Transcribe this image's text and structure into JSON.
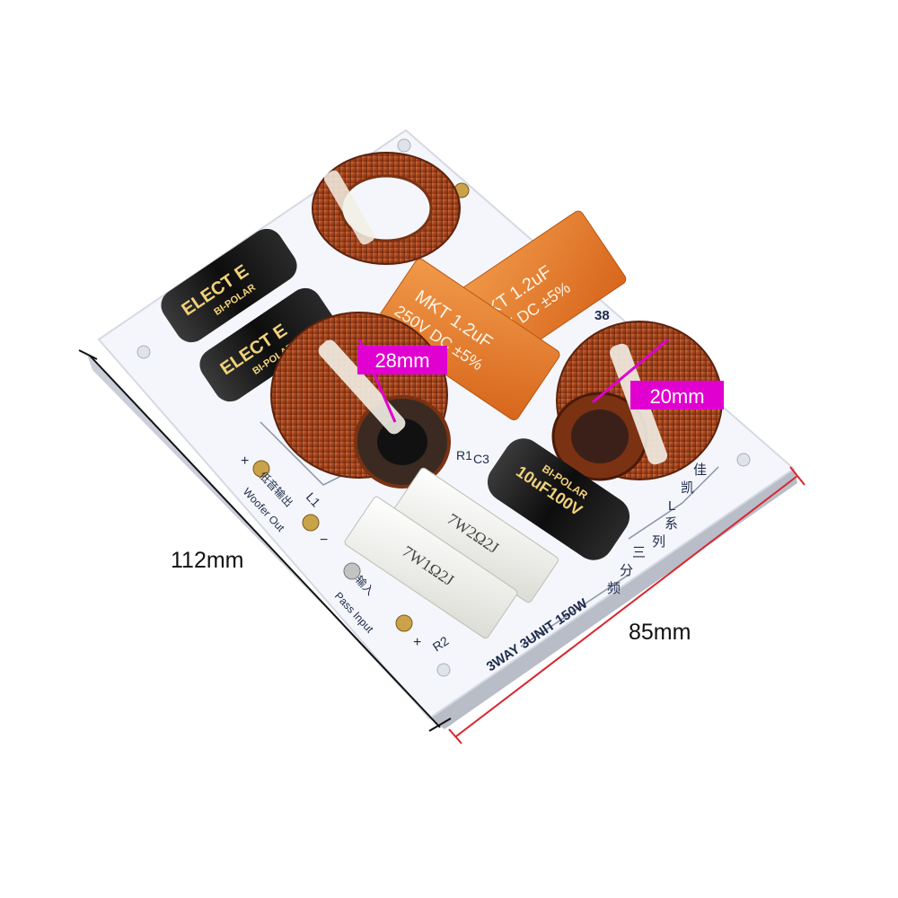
{
  "dimensions": {
    "length_label": "112mm",
    "width_label": "85mm",
    "coil_large_label": "28mm",
    "coil_small_label": "20mm"
  },
  "colors": {
    "dimension_line_left": "#111111",
    "dimension_line_bottom": "#d9262c",
    "measure_tag": "#e000d0",
    "pcb": "#f4f6fb",
    "copper": "#b5532a",
    "mkt_capacitor": "#e8782a",
    "electrolytic": "#1a1a1a"
  },
  "board": {
    "model_text": "3WAY 3UNIT 150W",
    "pass_input_label": "Pass Input",
    "woofer_out_label": "Woofer Out",
    "pass_input_cn": "输入",
    "woofer_out_cn": "低音输出",
    "brand_cn": [
      "佳",
      "凯",
      "L",
      "系",
      "列",
      "三",
      "分",
      "频"
    ],
    "r1_label": "R1",
    "r2_label": "R2",
    "l1_label": "L1",
    "c3_label": "C3",
    "plus_sign": "+",
    "minus_sign": "−",
    "ref_38": "38"
  },
  "components": {
    "mkt_cap_front": {
      "line1": "MKT 1.2uF",
      "line2": "250V DC ±5%"
    },
    "mkt_cap_back": {
      "line1": "MKT 1.2uF",
      "line2": "250V DC ±5%"
    },
    "electrolytic_a": {
      "text": "ELECT E",
      "sub": "BI-POLAR"
    },
    "electrolytic_b": {
      "text": "ELECT E",
      "sub": "BI-POLAR"
    },
    "electrolytic_c": {
      "text": "10uF100V",
      "sub": "BI-POLAR"
    },
    "resistor_front": {
      "text": "7W1Ω2J"
    },
    "resistor_back": {
      "text": "7W2Ω2J"
    }
  }
}
